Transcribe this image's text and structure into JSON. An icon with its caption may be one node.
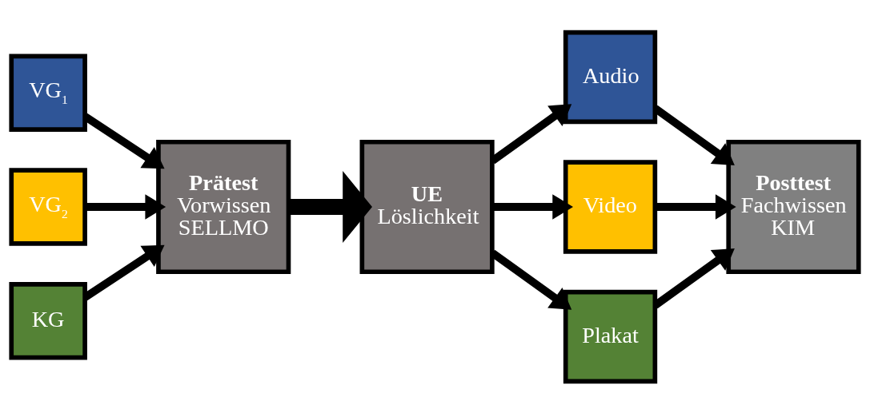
{
  "diagram": {
    "nodes": [
      {
        "text": [
          "VG$_{1}$"
        ]
      },
      {
        "text": [
          "VG$_{2}$"
        ]
      },
      {
        "text": [
          "KG"
        ]
      },
      {
        "text": [
          "Prätest",
          "Vorwissen",
          "SELLMO"
        ]
      },
      {
        "text": [
          "UE",
          "Löslichkeit"
        ]
      },
      {
        "text": [
          "Audio"
        ]
      },
      {
        "text": [
          "Video"
        ]
      },
      {
        "text": [
          "Plakat"
        ]
      },
      {
        "text": [
          "Posttest",
          "Fachwissen",
          "KIM"
        ]
      }
    ],
    "edges": [
      {
        "from": 0,
        "to": 3,
        "arrow": "to"
      },
      {
        "from": 1,
        "to": 3,
        "arrow": "to"
      },
      {
        "from": 2,
        "to": 3,
        "arrow": "to"
      },
      {
        "from": 3,
        "to": 4,
        "arrow": "to",
        "style": "thick"
      },
      {
        "from": 4,
        "to": 5,
        "arrow": "to"
      },
      {
        "from": 4,
        "to": 6,
        "arrow": "to"
      },
      {
        "from": 4,
        "to": 7,
        "arrow": "to"
      },
      {
        "from": 5,
        "to": 8,
        "arrow": "to"
      },
      {
        "from": 6,
        "to": 8,
        "arrow": "to"
      },
      {
        "from": 7,
        "to": 8,
        "arrow": "to"
      }
    ]
  }
}
